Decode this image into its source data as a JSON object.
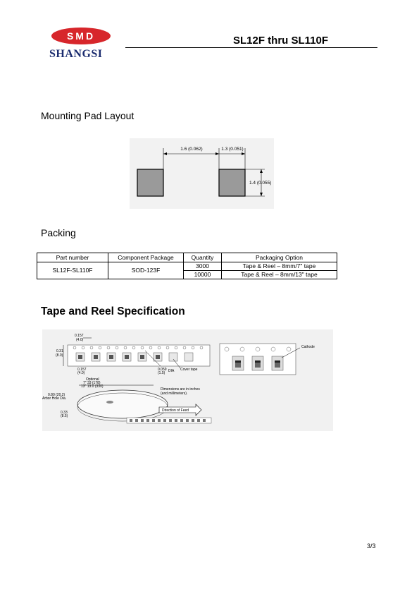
{
  "header": {
    "logo_top": "SMD",
    "logo_bottom": "SHANGSI",
    "title": "SL12F thru SL110F"
  },
  "mounting": {
    "heading": "Mounting Pad Layout",
    "dim_gap": "1.6 (0.062)",
    "dim_width": "1.3 (0.051)",
    "dim_height": "1.4 (0.055)"
  },
  "packing": {
    "heading": "Packing",
    "columns": [
      "Part number",
      "Component Package",
      "Quantity",
      "Packaging Option"
    ],
    "part_number": "SL12F-SL110F",
    "package": "SOD-123F",
    "rows": [
      {
        "quantity": "3000",
        "option": "Tape & Reel – 8mm/7\" tape"
      },
      {
        "quantity": "10000",
        "option": "Tape & Reel – 8mm/13\" tape"
      }
    ]
  },
  "tape": {
    "heading": "Tape and Reel Specification",
    "pitch": "0.157",
    "pitch_mm": "(4.0)",
    "width": "0.31",
    "width_mm": "(8.0)",
    "pocket": "0.157",
    "pocket_mm": "(4.0)",
    "hole": "0.059",
    "hole_mm": "(1.5)",
    "dia": "DIA",
    "cover_tape": "Cover tape",
    "optional": "Optional",
    "reel7": "7\" 33 (178)",
    "reel13": "13\" 13.0 (330)",
    "arbor": "0.80 (20.2)",
    "arbor_label": "Arbor Hole Dia.",
    "reel_width": "0.33",
    "reel_width_mm": "(8.5)",
    "note_line1": "Dimensions are in inches",
    "note_line2": "(and millimeters).",
    "feed": "Direction of Feed",
    "cathode": "Cathode"
  },
  "page": "3/3",
  "colors": {
    "logo_red": "#d7262b",
    "logo_blue": "#1a2b6e",
    "pad_gray": "#9a9a9a"
  }
}
